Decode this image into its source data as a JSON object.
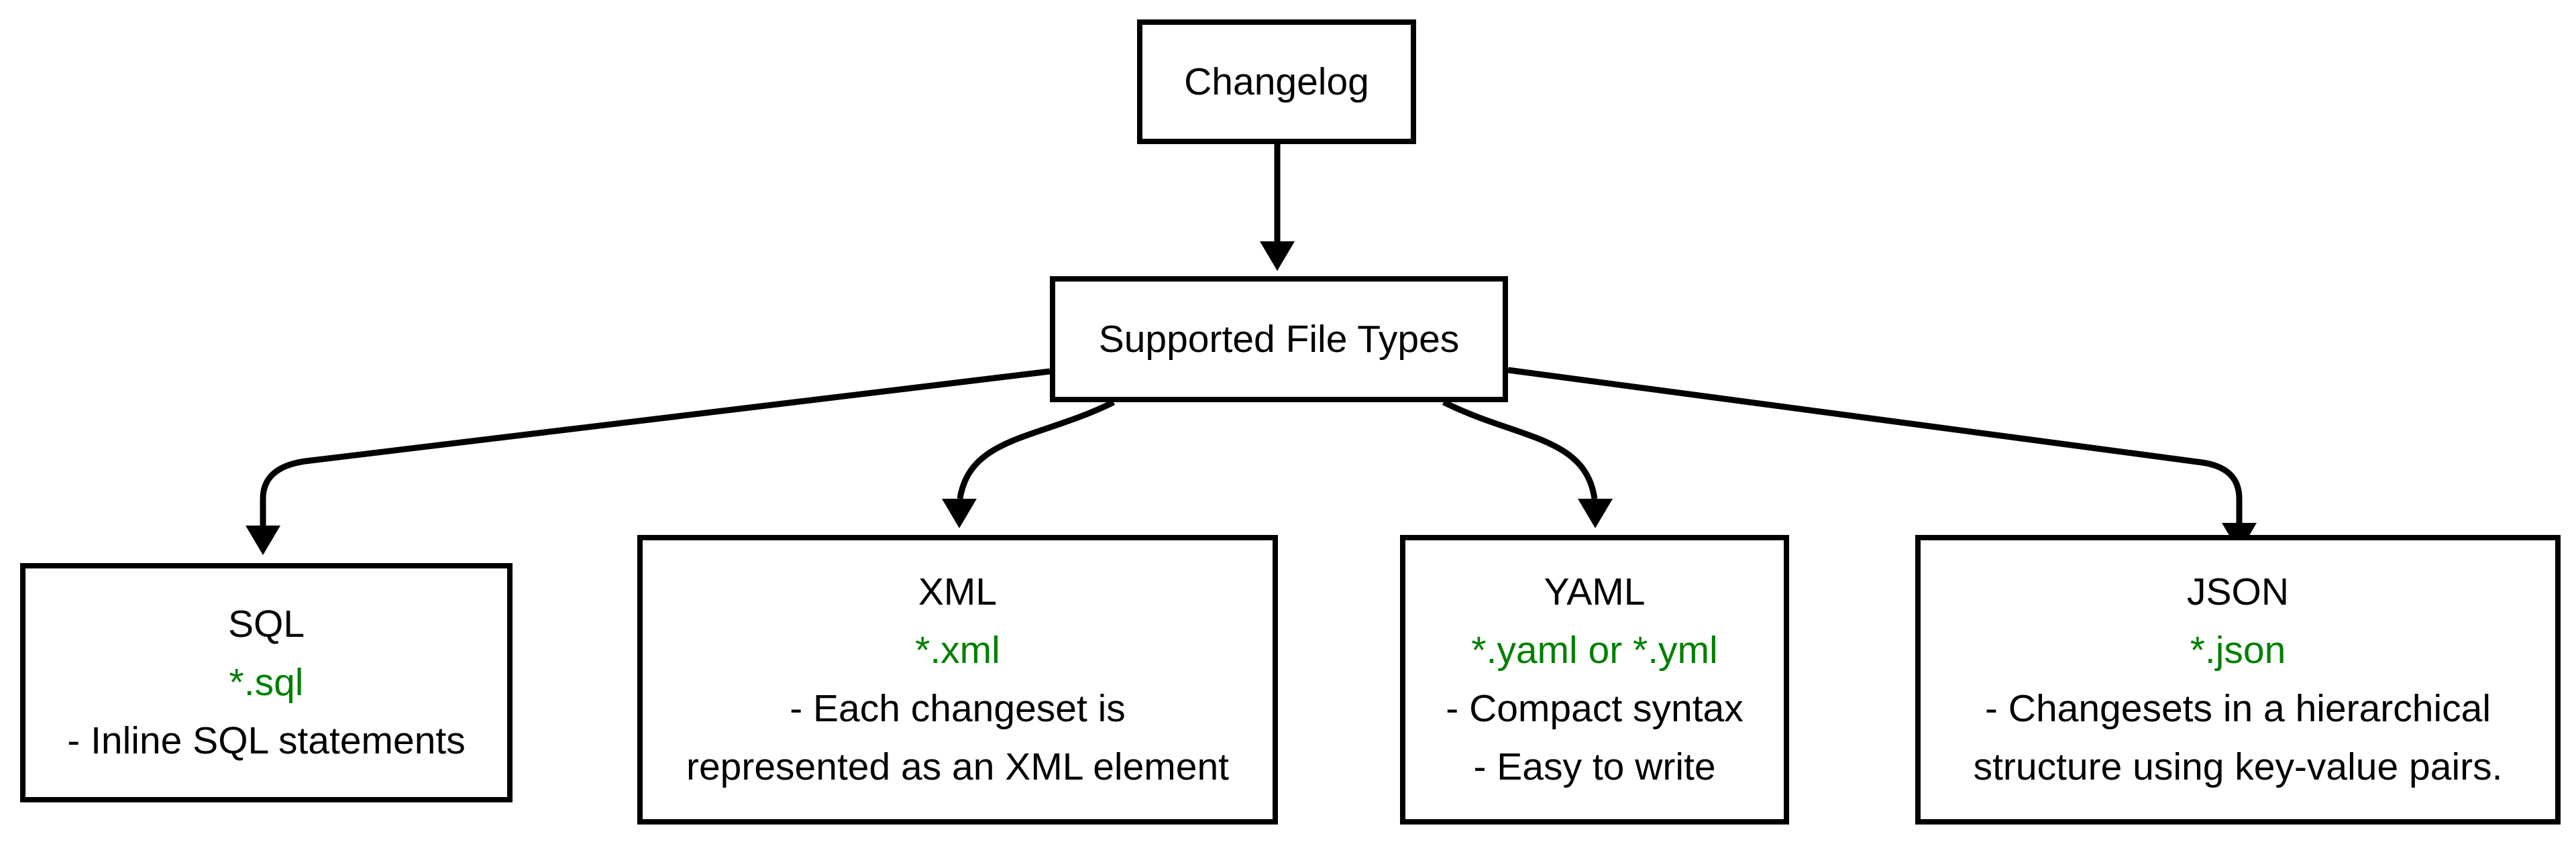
{
  "colors": {
    "background": "#ffffff",
    "box_fill": "#ffffff",
    "box_stroke": "#000000",
    "text": "#000000",
    "file_pattern_green": "#008000"
  },
  "nodes": {
    "changelog": {
      "label": "Changelog"
    },
    "supported": {
      "label": "Supported File Types"
    },
    "sql": {
      "title": "SQL",
      "pattern": "*.sql",
      "desc": [
        "- Inline SQL statements"
      ]
    },
    "xml": {
      "title": "XML",
      "pattern": "*.xml",
      "desc": [
        "- Each changeset is",
        "represented as an XML element"
      ]
    },
    "yaml": {
      "title": "YAML",
      "pattern": "*.yaml or *.yml",
      "desc": [
        "- Compact syntax",
        "- Easy to write"
      ]
    },
    "json": {
      "title": "JSON",
      "pattern": "*.json",
      "desc": [
        "- Changesets in a hierarchical",
        "structure using key-value pairs."
      ]
    }
  },
  "edges": [
    {
      "from": "Changelog",
      "to": "Supported File Types"
    },
    {
      "from": "Supported File Types",
      "to": "SQL"
    },
    {
      "from": "Supported File Types",
      "to": "XML"
    },
    {
      "from": "Supported File Types",
      "to": "YAML"
    },
    {
      "from": "Supported File Types",
      "to": "JSON"
    }
  ]
}
